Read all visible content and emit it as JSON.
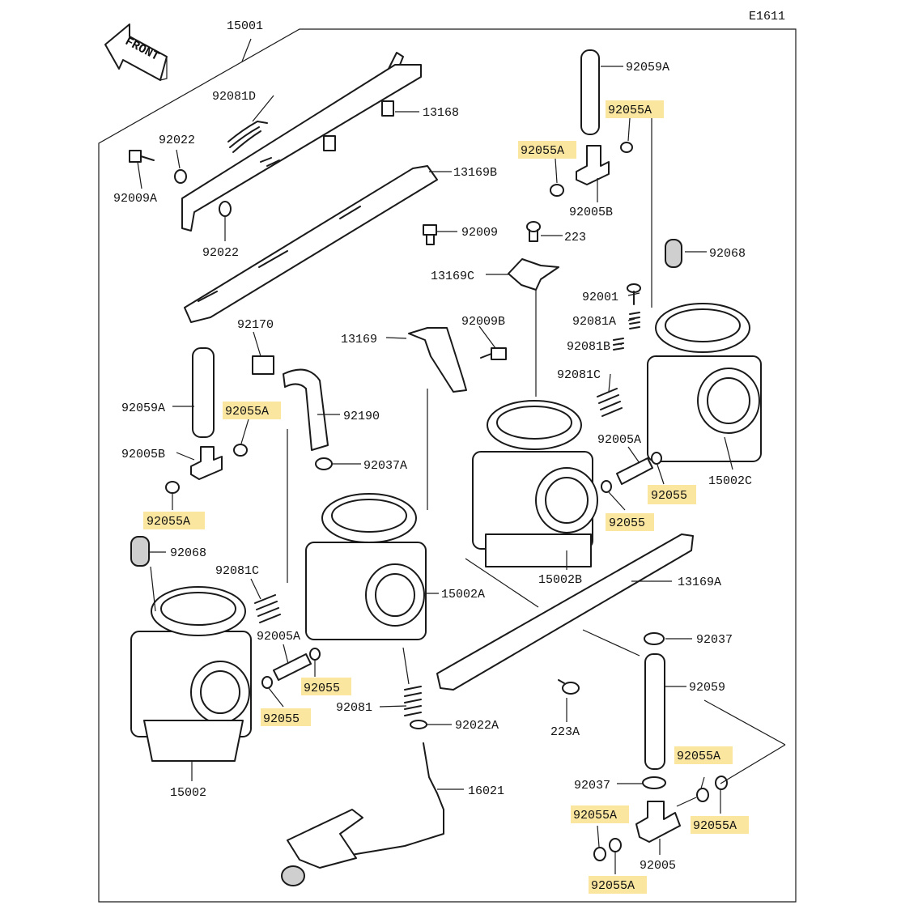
{
  "diagram_code": "E1611",
  "front_label": "FRONT",
  "colors": {
    "highlight": "#fbe6a0",
    "line": "#1a1a1a"
  },
  "labels": {
    "p15001": "15001",
    "p92081D": "92081D",
    "p13168": "13168",
    "p92022_a": "92022",
    "p92009A": "92009A",
    "p92022_b": "92022",
    "p13169B": "13169B",
    "p92009": "92009",
    "p92059A_top": "92059A",
    "p92055A_t1": "92055A",
    "p92055A_t2": "92055A",
    "p92005B_top": "92005B",
    "p223": "223",
    "p13169C": "13169C",
    "p92068_r": "92068",
    "p92001": "92001",
    "p92081A": "92081A",
    "p92081B": "92081B",
    "p92081C_r": "92081C",
    "p13169": "13169",
    "p92009B": "92009B",
    "p92170": "92170",
    "p92190": "92190",
    "p92059A_l": "92059A",
    "p92055A_l1": "92055A",
    "p92005B_l": "92005B",
    "p92055A_l2": "92055A",
    "p92037A": "92037A",
    "p92005A_r": "92005A",
    "p92055_r1": "92055",
    "p92055_r2": "92055",
    "p15002C": "15002C",
    "p92068_l": "92068",
    "p92081C_l": "92081C",
    "p15002A": "15002A",
    "p15002B": "15002B",
    "p13169A": "13169A",
    "p92005A_l": "92005A",
    "p92055_l1": "92055",
    "p92055_l2": "92055",
    "p92037": "92037",
    "p92081": "92081",
    "p92022A": "92022A",
    "p223A": "223A",
    "p92059": "92059",
    "p15002": "15002",
    "p16021": "16021",
    "p92055A_b1": "92055A",
    "p92037_b": "92037",
    "p92055A_b2": "92055A",
    "p92055A_b3": "92055A",
    "p92005": "92005",
    "p92055A_b4": "92055A"
  }
}
